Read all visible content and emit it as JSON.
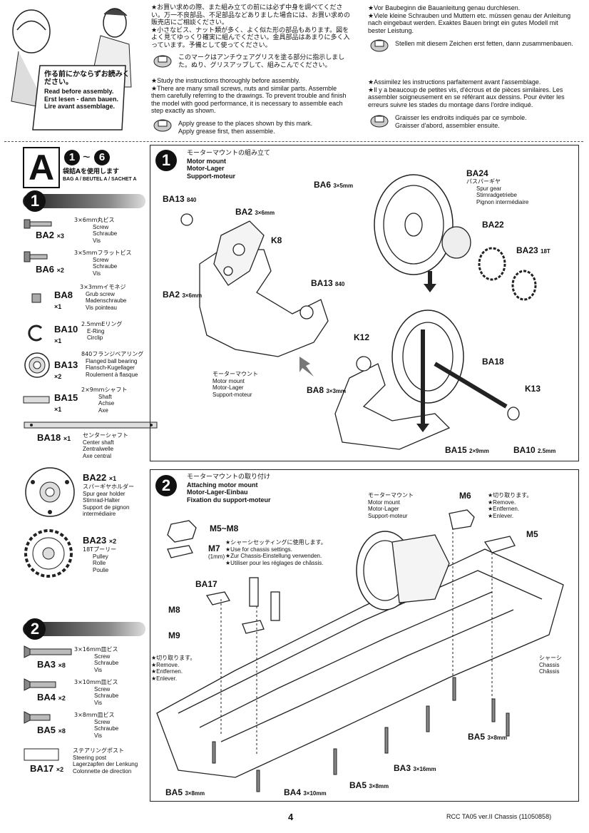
{
  "intro": {
    "sign_jp": "作る前にかならずお読みください。",
    "sign_en": "Read before assembly.",
    "sign_de": "Erst lesen - dann bauen.",
    "sign_fr": "Lire avant assemblage.",
    "jp_text_1": "★お買い求めの際、また組み立ての前には必ず中身を調べてください。万一不良部品、不足部品などありました場合には、お買い求めの販売店にご相談ください。",
    "jp_text_2": "★小さなビス、ナット類が多く、よく似た形の部品もあります。図をよく見てゆっくり確実に組んでください。金具部品はあまりに多く入っています。予備として使ってください。",
    "jp_grease": "このマークはアンチウェアグリスを塗る部分に指示しました。ぬり、グリスアップして、組みこんでください。",
    "en_text": "★Study the instructions thoroughly before assembly.\n★There are many small screws, nuts and similar parts. Assemble them carefully referring to the drawings. To prevent trouble and finish the model with good performance, it is necessary to assemble each step exactly as shown.",
    "en_grease_1": "Apply grease to the places shown by this mark.",
    "en_grease_2": "Apply grease first, then assemble.",
    "de_text": "★Vor Baubeginn die Bauanleitung genau durchlesen.\n★Viele kleine Schrauben und Muttern etc. müssen genau der Anleitung nach eingebaut werden. Exaktes Bauen bringt ein gutes Modell mit bester Leistung.",
    "de_grease": "Stellen mit diesem Zeichen erst fetten, dann zusammenbauen.",
    "fr_text": "★Assimilez les instructions parfaitement avant l'assemblage.\n★Il y a beaucoup de petites vis, d'écrous et de pièces similaires. Les assembler soigneusement en se référant aux dessins. Pour éviter les erreurs suivre les stades du montage dans l'ordre indiqué.",
    "fr_grease_1": "Graisser les endroits indiqués par ce symbole.",
    "fr_grease_2": "Graisser d'abord, assembler ensuite."
  },
  "bag": {
    "letter": "A",
    "from": "1",
    "tilde": "~",
    "to": "6",
    "jp": "袋詰Aを使用します",
    "multi": "BAG A / BEUTEL A / SACHET A"
  },
  "parts_step1": {
    "num": "1",
    "items": [
      {
        "code": "BA2",
        "qty": "×3",
        "jp": "3×6mm丸ビス",
        "en": "Screw",
        "de": "Schraube",
        "fr": "Vis"
      },
      {
        "code": "BA6",
        "qty": "×2",
        "jp": "3×5mmフラットビス",
        "en": "Screw",
        "de": "Schraube",
        "fr": "Vis"
      },
      {
        "code": "BA8",
        "qty": "×1",
        "jp": "3×3mmイモネジ",
        "en": "Grub screw",
        "de": "Madenschraube",
        "fr": "Vis pointeau"
      },
      {
        "code": "BA10",
        "qty": "×1",
        "jp": "2.5mmEリング",
        "en": "E-Ring",
        "de": "Circlip",
        "fr": ""
      },
      {
        "code": "BA13",
        "qty": "×2",
        "jp": "840フランジベアリング",
        "en": "Flanged ball bearing",
        "de": "Flansch-Kugellager",
        "fr": "Roulement à flasque"
      },
      {
        "code": "BA15",
        "qty": "×1",
        "jp": "2×9mmシャフト",
        "en": "Shaft",
        "de": "Achse",
        "fr": "Axe"
      },
      {
        "code": "BA18",
        "qty": "×1",
        "jp": "センターシャフト",
        "en": "Center shaft",
        "de": "Zentralwelle",
        "fr": "Axe central"
      },
      {
        "code": "BA22",
        "qty": "×1",
        "jp": "スパーギヤホルダー",
        "en": "Spur gear holder",
        "de": "Stirnrad-Halter",
        "fr": "Support de pignon intermédiaire"
      },
      {
        "code": "BA23",
        "qty": "×2",
        "jp": "18Tプーリー",
        "en": "Pulley",
        "de": "Rolle",
        "fr": "Poulie"
      }
    ]
  },
  "parts_step2": {
    "num": "2",
    "items": [
      {
        "code": "BA3",
        "qty": "×8",
        "jp": "3×16mm皿ビス",
        "en": "Screw",
        "de": "Schraube",
        "fr": "Vis"
      },
      {
        "code": "BA4",
        "qty": "×2",
        "jp": "3×10mm皿ビス",
        "en": "Screw",
        "de": "Schraube",
        "fr": "Vis"
      },
      {
        "code": "BA5",
        "qty": "×8",
        "jp": "3×8mm皿ビス",
        "en": "Screw",
        "de": "Schraube",
        "fr": "Vis"
      },
      {
        "code": "BA17",
        "qty": "×2",
        "jp": "ステアリングポスト",
        "en": "Steering post",
        "de": "Lagerzapfen der Lenkung",
        "fr": "Colonnette de direction"
      }
    ]
  },
  "step1": {
    "num": "1",
    "title_jp": "モーターマウントの組み立て",
    "title_en": "Motor mount",
    "title_de": "Motor-Lager",
    "title_fr": "Support-moteur",
    "callouts": {
      "ba13_a": "BA13",
      "ba13_a_sub": "840",
      "ba2_a": "BA2",
      "ba2_a_sub": "3×6mm",
      "k8": "K8",
      "ba13_b": "BA13",
      "ba13_b_sub": "840",
      "ba2_b": "BA2",
      "ba2_b_sub": "3×6mm",
      "ba6": "BA6",
      "ba6_sub": "3×5mm",
      "ba24": "BA24",
      "ba24_jp": "パスパーギヤ",
      "ba24_en": "Spur gear",
      "ba24_de": "Stirnradgetriebe",
      "ba24_fr": "Pignon intermédiaire",
      "ba22": "BA22",
      "ba23": "BA23",
      "ba23_sub": "18T",
      "k12": "K12",
      "ba18": "BA18",
      "ba8": "BA8",
      "ba8_sub": "3×3mm",
      "k13": "K13",
      "ba15": "BA15",
      "ba15_sub": "2×9mm",
      "ba10": "BA10",
      "ba10_sub": "2.5mm",
      "mm_jp": "モーターマウント",
      "mm_en": "Motor mount",
      "mm_de": "Motor-Lager",
      "mm_fr": "Support-moteur"
    }
  },
  "step2": {
    "num": "2",
    "title_jp": "モーターマウントの取り付け",
    "title_en": "Attaching motor mount",
    "title_de": "Motor-Lager-Einbau",
    "title_fr": "Fixation du support-moteur",
    "callouts": {
      "m5m8": "M5~M8",
      "m7": "M7",
      "m7_sub": "(1mm)",
      "setting_jp": "★シャーシセッティングに使用します。",
      "setting_en": "★Use for chassis settings.",
      "setting_de": "★Zur Chassis-Einstellung verwenden.",
      "setting_fr": "★Utiliser pour les réglages de châssis.",
      "mm_jp": "モーターマウント",
      "mm_en": "Motor mount",
      "mm_de": "Motor-Lager",
      "mm_fr": "Support-moteur",
      "m6": "M6",
      "remove_jp": "★切り取ります。",
      "remove_en": "★Remove.",
      "remove_de": "★Entfernen.",
      "remove_fr": "★Enlever.",
      "m5": "M5",
      "ba17": "BA17",
      "m8": "M8",
      "m9": "M9",
      "chassis_jp": "シャーシ",
      "chassis_en": "Chassis",
      "chassis_fr": "Châssis",
      "ba5_a": "BA5",
      "ba5_a_sub": "3×8mm",
      "ba3": "BA3",
      "ba3_sub": "3×16mm",
      "ba5_b": "BA5",
      "ba5_b_sub": "3×8mm",
      "ba5_c": "BA5",
      "ba5_c_sub": "3×8mm",
      "ba4": "BA4",
      "ba4_sub": "3×10mm"
    }
  },
  "footer": {
    "page": "4",
    "doc": "RCC TA05 ver.II Chassis (11050858)"
  }
}
